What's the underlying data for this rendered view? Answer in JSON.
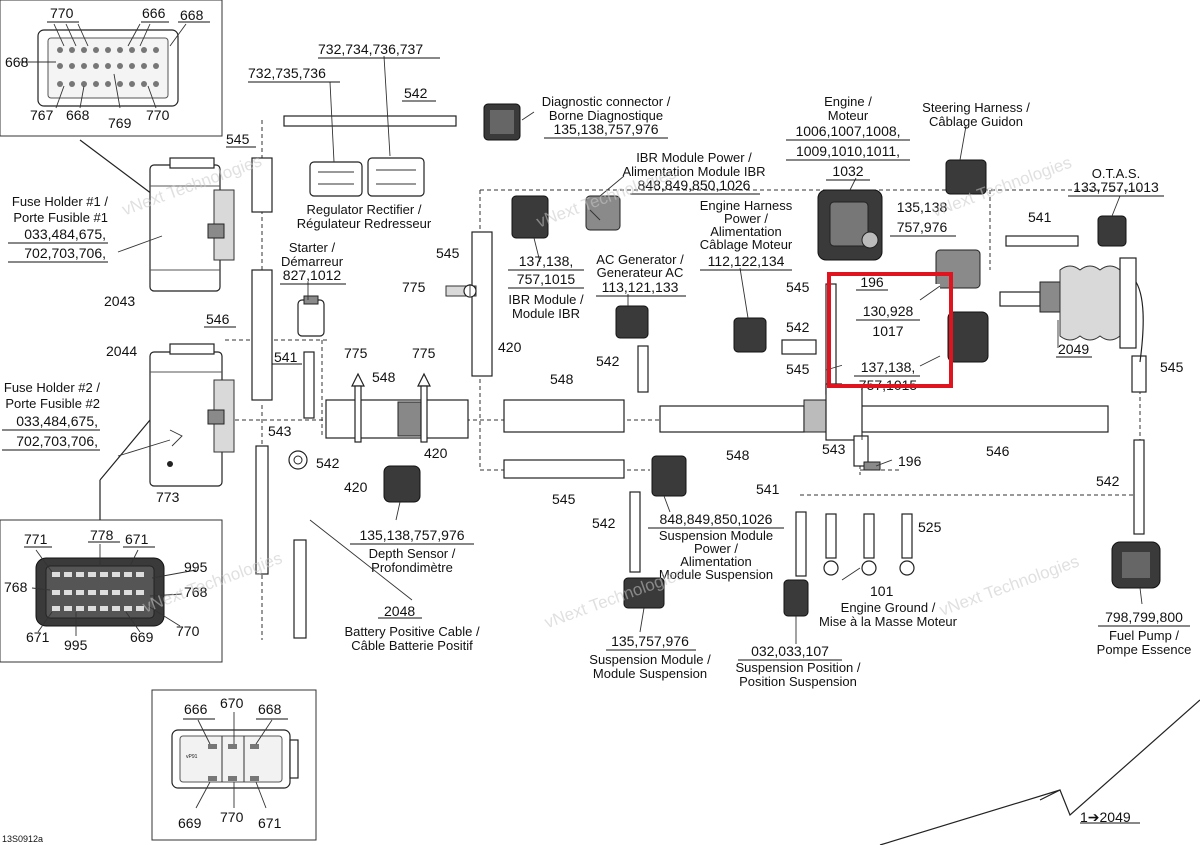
{
  "figure_code": "13S0912a",
  "watermark": "vNext Technologies",
  "highlight_color": "#e0141e",
  "callouts": {
    "top_left_connector": [
      "770",
      "666",
      "668",
      "668",
      "767",
      "668",
      "769",
      "770"
    ],
    "bottom_left_connector": [
      "771",
      "778",
      "671",
      "995",
      "768",
      "768",
      "671",
      "995",
      "669",
      "770"
    ],
    "bottom_connector": [
      "666",
      "670",
      "668",
      "669",
      "770",
      "671"
    ],
    "fuse_holder_1_code": "2043",
    "fuse_holder_2_code": "2044",
    "fuse_holder_2_lower": "773",
    "cable_545_top": "545",
    "cable_542_top": "542",
    "cable_546_left": "546",
    "cable_541_starter": "541",
    "cable_543_left": "543",
    "cable_542_left": "542",
    "stud_775_a": "775",
    "stud_775_b": "775",
    "bus_548_left": "548",
    "stud_420_a": "420",
    "stud_420_b": "420",
    "ibr_stud_775": "775",
    "ibr_cable_545": "545",
    "ibr_stud_420": "420",
    "bus_548_mid": "548",
    "cable_542_mid": "542",
    "cable_545_mid": "545",
    "cable_542_susp": "542",
    "bus_548_right": "548",
    "cable_545_eng": "545",
    "cable_542_eng": "542",
    "cable_545_eng2": "545",
    "cable_543_eng": "543",
    "ground_196": "196",
    "cable_546_right": "546",
    "cable_541_susp": "541",
    "ground_525": "525",
    "ground_101": "101",
    "cable_541_otas": "541",
    "fuel_pump_cable_545": "545",
    "fuel_pump_cable_542": "542",
    "fuel_pump_2049": "2049",
    "battery_2048": "2048",
    "footer_ref": "1➔2049"
  },
  "highlight_box": {
    "lines": [
      "196",
      "130,928",
      "1017",
      "137,138,",
      "757,1015"
    ]
  },
  "components": {
    "fuse_holder_1": {
      "label1": "Fuse Holder #1 /",
      "label2": "Porte Fusible #1",
      "codes1": "033,484,675,",
      "codes2": "702,703,706,"
    },
    "fuse_holder_2": {
      "label1": "Fuse Holder #2 /",
      "label2": "Porte Fusible #2",
      "codes1": "033,484,675,",
      "codes2": "702,703,706,"
    },
    "regulator": {
      "codes1": "732,734,736,737",
      "codes2": "732,735,736",
      "label1": "Regulator Rectifier /",
      "label2": "Régulateur Redresseur"
    },
    "diagnostic": {
      "label1": "Diagnostic connector /",
      "label2": "Borne Diagnostique",
      "codes": "135,138,757,976"
    },
    "ibr_power": {
      "label1": "IBR Module Power /",
      "label2": "Alimentation Module IBR",
      "codes": "848,849,850,1026"
    },
    "ibr_module": {
      "codes1": "137,138,",
      "codes2": "757,1015",
      "label1": "IBR Module /",
      "label2": "Module IBR"
    },
    "engine": {
      "label1": "Engine /",
      "label2": "Moteur",
      "codes1": "1006,1007,1008,",
      "codes2": "1009,1010,1011,",
      "codes3": "1032"
    },
    "steering": {
      "label1": "Steering Harness /",
      "label2": "Câblage Guidon",
      "codes1": "135,138",
      "codes2": "757,976"
    },
    "otas": {
      "label": "O.T.A.S.",
      "codes": "133,757,1013"
    },
    "engine_harness_power": {
      "label1": "Engine Harness",
      "label2": "Power /",
      "label3": "Alimentation",
      "label4": "Câblage Moteur",
      "codes": "112,122,134"
    },
    "ac_generator": {
      "label1": "AC Generator /",
      "label2": "Generateur AC",
      "codes": "113,121,133"
    },
    "starter": {
      "label1": "Starter /",
      "label2": "Démarreur",
      "codes": "827,1012"
    },
    "depth_sensor": {
      "codes": "135,138,757,976",
      "label1": "Depth Sensor /",
      "label2": "Profondimètre"
    },
    "battery_cable": {
      "label1": "Battery Positive Cable /",
      "label2": "Câble Batterie Positif"
    },
    "suspension_power": {
      "codes": "848,849,850,1026",
      "label1": "Suspension Module",
      "label2": "Power /",
      "label3": "Alimentation",
      "label4": "Module Suspension"
    },
    "suspension_module": {
      "codes": "135,757,976",
      "label1": "Suspension Module /",
      "label2": "Module Suspension"
    },
    "suspension_position": {
      "codes": "032,033,107",
      "label1": "Suspension Position /",
      "label2": "Position Suspension"
    },
    "engine_ground": {
      "label1": "Engine Ground /",
      "label2": "Mise à la Masse Moteur"
    },
    "fuel_pump": {
      "codes": "798,799,800",
      "label1": "Fuel Pump /",
      "label2": "Pompe Essence"
    }
  }
}
